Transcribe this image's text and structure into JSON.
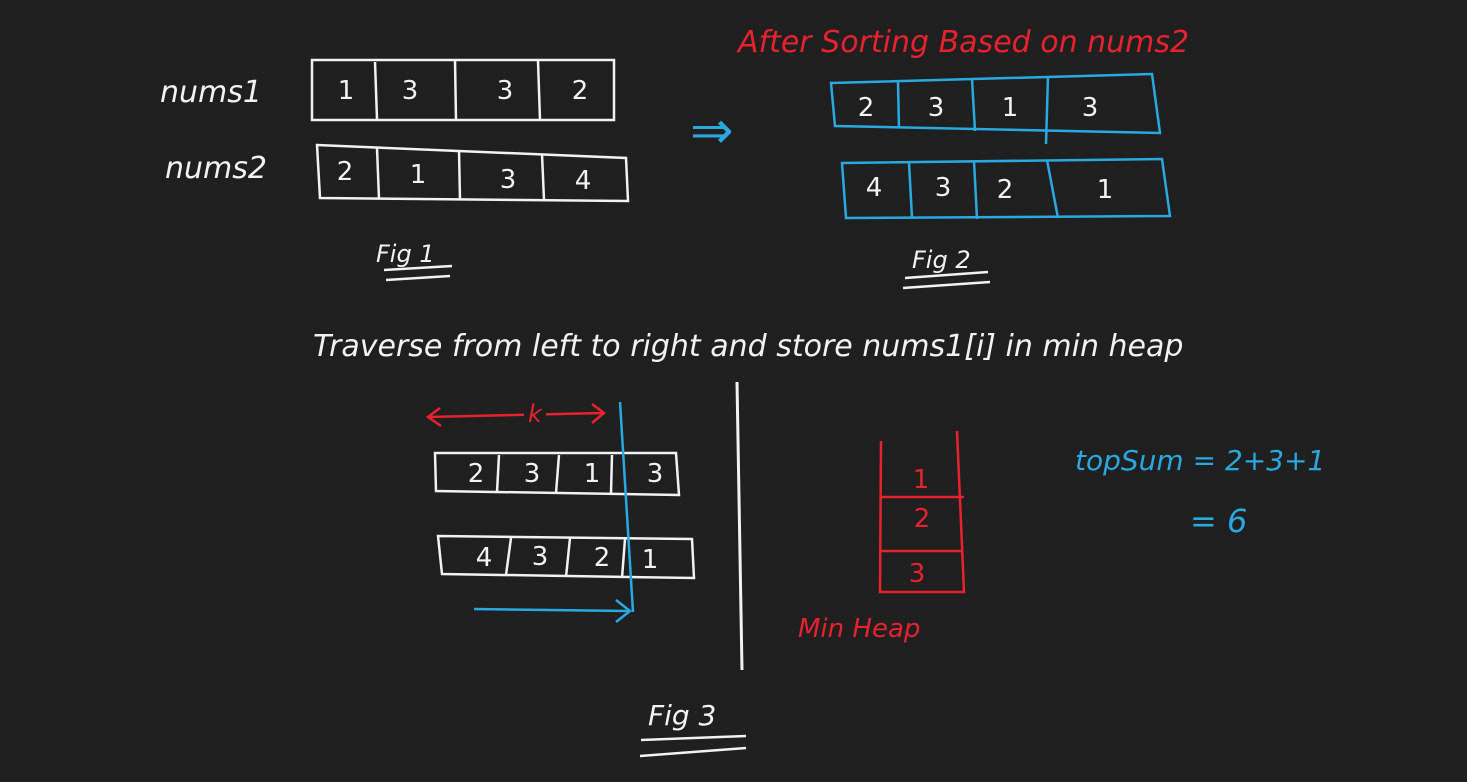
{
  "colors": {
    "background": "#1f1f1f",
    "ink_white": "#f2f2f2",
    "ink_red": "#e8212f",
    "ink_blue": "#29a9e0"
  },
  "fig1": {
    "nums1_label": "nums1",
    "nums2_label": "nums2",
    "nums1": [
      "1",
      "3",
      "3",
      "2"
    ],
    "nums2": [
      "2",
      "1",
      "3",
      "4"
    ],
    "caption": "Fig 1"
  },
  "arrow_symbol": "⇒",
  "fig2": {
    "heading": "After Sorting Based on nums2",
    "nums1_sorted": [
      "2",
      "3",
      "1",
      "3"
    ],
    "nums2_sorted": [
      "4",
      "3",
      "2",
      "1"
    ],
    "caption": "Fig 2"
  },
  "instruction": "Traverse from left to right and store nums1[i] in min heap",
  "fig3": {
    "k_label": "k",
    "row1": [
      "2",
      "3",
      "1",
      "3"
    ],
    "row2": [
      "4",
      "3",
      "2",
      "1"
    ],
    "heap": [
      "1",
      "2",
      "3"
    ],
    "heap_label": "Min Heap",
    "topsum_line1": "topSum = 2+3+1",
    "topsum_line2": "= 6",
    "caption": "Fig 3"
  }
}
